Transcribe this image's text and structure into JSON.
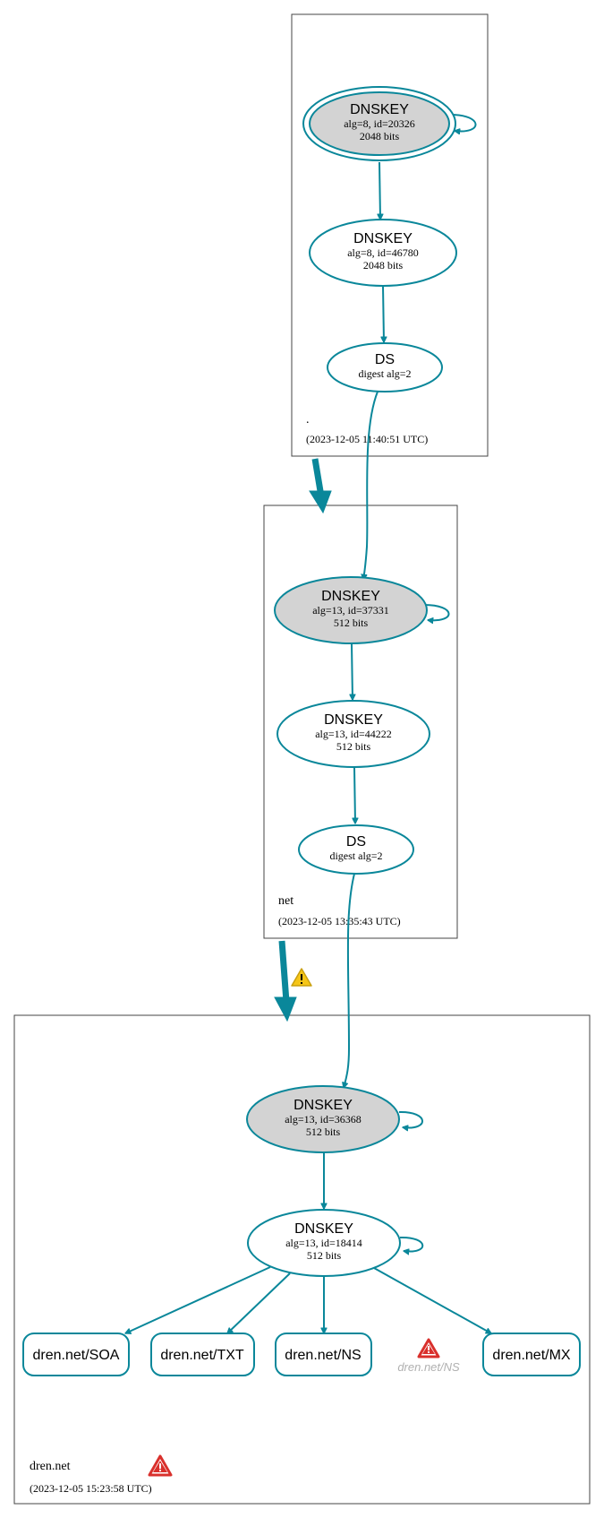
{
  "colors": {
    "edge": "#0a879a",
    "ksk_fill": "#d3d3d3",
    "node_fill": "#ffffff",
    "warning_yellow": "#f5c518",
    "error_red": "#d9302c",
    "ghost_text": "#b0b0b0"
  },
  "zones": {
    "root": {
      "name": ".",
      "timestamp": "(2023-12-05 11:40:51 UTC)"
    },
    "net": {
      "name": "net",
      "timestamp": "(2023-12-05 13:35:43 UTC)"
    },
    "dren": {
      "name": "dren.net",
      "timestamp": "(2023-12-05 15:23:58 UTC)",
      "status_icon": "error-icon"
    }
  },
  "nodes": {
    "root_ksk": {
      "title": "DNSKEY",
      "line1": "alg=8, id=20326",
      "line2": "2048 bits"
    },
    "root_zsk": {
      "title": "DNSKEY",
      "line1": "alg=8, id=46780",
      "line2": "2048 bits"
    },
    "root_ds": {
      "title": "DS",
      "line1": "digest alg=2"
    },
    "net_ksk": {
      "title": "DNSKEY",
      "line1": "alg=13, id=37331",
      "line2": "512 bits"
    },
    "net_zsk": {
      "title": "DNSKEY",
      "line1": "alg=13, id=44222",
      "line2": "512 bits"
    },
    "net_ds": {
      "title": "DS",
      "line1": "digest alg=2"
    },
    "dren_ksk": {
      "title": "DNSKEY",
      "line1": "alg=13, id=36368",
      "line2": "512 bits"
    },
    "dren_zsk": {
      "title": "DNSKEY",
      "line1": "alg=13, id=18414",
      "line2": "512 bits"
    }
  },
  "records": {
    "soa": "dren.net/SOA",
    "txt": "dren.net/TXT",
    "ns": "dren.net/NS",
    "ns_ghost": "dren.net/NS",
    "mx": "dren.net/MX"
  },
  "delegations": {
    "net_to_dren_icon": "warning-icon",
    "ns_ghost_icon": "error-icon"
  }
}
